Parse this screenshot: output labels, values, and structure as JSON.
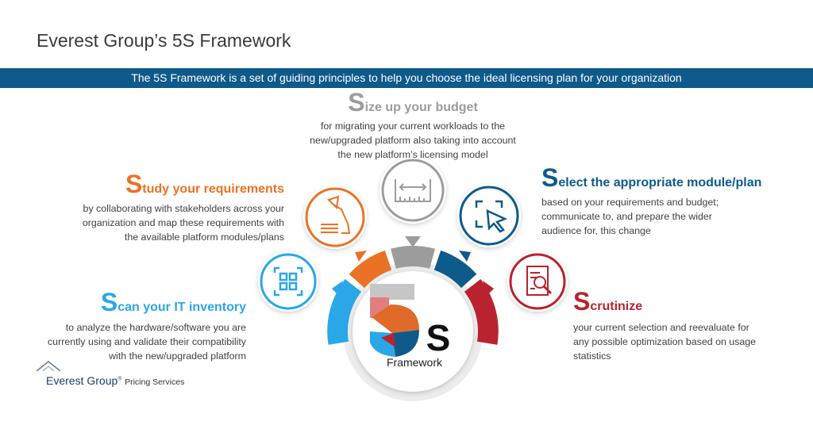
{
  "title": "Everest Group’s 5S Framework",
  "banner": "The 5S Framework is a set of guiding principles to help you choose the ideal licensing plan for your organization",
  "colors": {
    "scan": "#2aa7e6",
    "study": "#ea7226",
    "size": "#9c9c9c",
    "select": "#0e5a8a",
    "scrutinize": "#b8232f",
    "banner": "#0e5a8a"
  },
  "steps": {
    "scan": {
      "cap": "S",
      "rest": "can your IT inventory",
      "desc": [
        "to analyze the hardware/software you are",
        "currently using and validate their compatibility",
        "with the new/upgraded platform"
      ],
      "icon": "scan-frame-icon"
    },
    "study": {
      "cap": "S",
      "rest": "tudy your requirements",
      "desc": [
        "by collaborating with stakeholders across your",
        "organization and map these requirements with",
        "the available platform modules/plans"
      ],
      "icon": "desk-lamp-books-icon"
    },
    "size": {
      "cap": "S",
      "rest": "ize up your budget",
      "desc": [
        "for migrating your current workloads to the",
        "new/upgraded platform also taking into account",
        "the new platform’s licensing model"
      ],
      "icon": "measuring-ruler-icon"
    },
    "select": {
      "cap": "S",
      "rest": "elect the appropriate module/plan",
      "desc": [
        "based on your requirements and budget;",
        "communicate to, and prepare the wider",
        "audience for, this change"
      ],
      "icon": "cursor-select-icon"
    },
    "scrutinize": {
      "cap": "S",
      "rest": "crutinize",
      "desc": [
        "your current selection and reevaluate for",
        "any possible optimization based on usage",
        "statistics"
      ],
      "icon": "report-magnifier-icon"
    }
  },
  "center": {
    "big_label": "5S",
    "sub_label": "Framework"
  },
  "footer": {
    "brand": "Everest Group",
    "reg": "®",
    "sub": "Pricing Services"
  }
}
